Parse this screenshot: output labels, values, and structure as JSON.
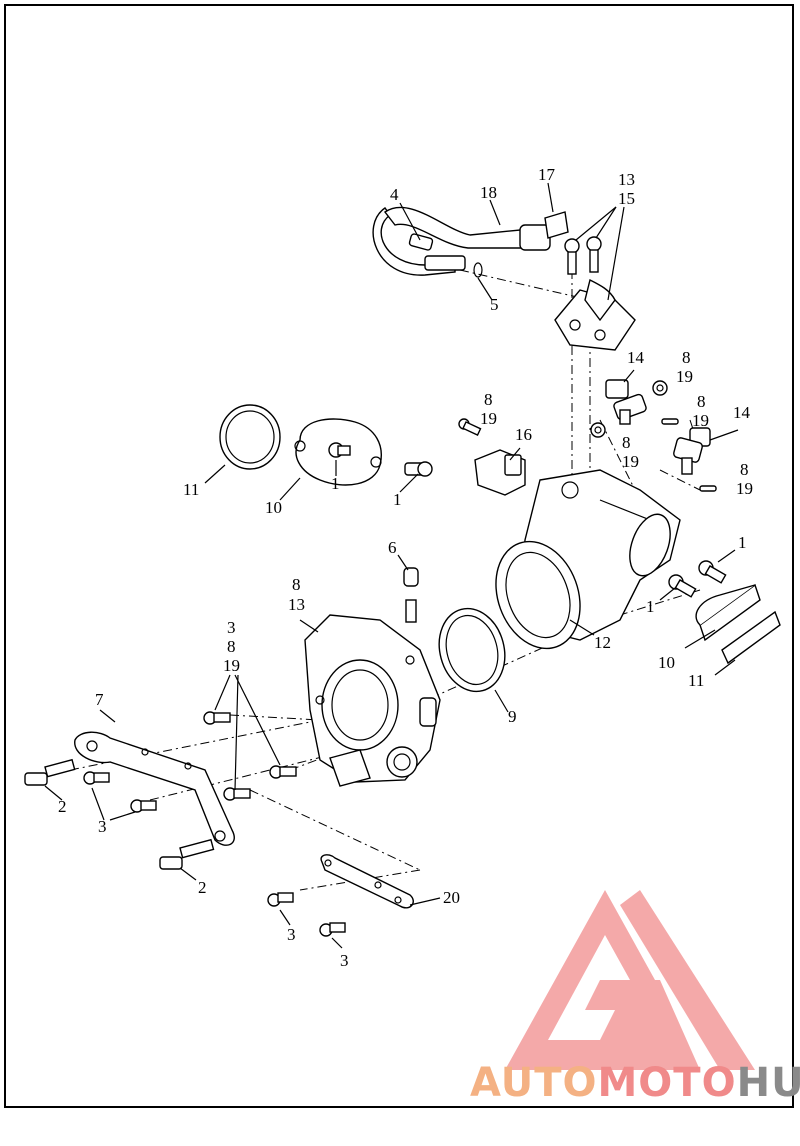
{
  "callouts": [
    {
      "id": "c17",
      "text": "17"
    },
    {
      "id": "c13",
      "text": "13"
    },
    {
      "id": "c15",
      "text": "15"
    },
    {
      "id": "c18",
      "text": "18"
    },
    {
      "id": "c4",
      "text": "4"
    },
    {
      "id": "c5",
      "text": "5"
    },
    {
      "id": "c14a",
      "text": "14"
    },
    {
      "id": "c8a",
      "text": "8"
    },
    {
      "id": "c19a",
      "text": "19"
    },
    {
      "id": "c8b",
      "text": "8"
    },
    {
      "id": "c19b",
      "text": "19"
    },
    {
      "id": "c14b",
      "text": "14"
    },
    {
      "id": "c8c",
      "text": "8"
    },
    {
      "id": "c19c",
      "text": "19"
    },
    {
      "id": "c8d",
      "text": "8"
    },
    {
      "id": "c19d",
      "text": "19"
    },
    {
      "id": "c8e",
      "text": "8"
    },
    {
      "id": "c19e",
      "text": "19"
    },
    {
      "id": "c16",
      "text": "16"
    },
    {
      "id": "c11a",
      "text": "11"
    },
    {
      "id": "c1a",
      "text": "1"
    },
    {
      "id": "c10a",
      "text": "10"
    },
    {
      "id": "c1b",
      "text": "1"
    },
    {
      "id": "c6",
      "text": "6"
    },
    {
      "id": "c8f",
      "text": "8"
    },
    {
      "id": "c13b",
      "text": "13"
    },
    {
      "id": "c3a",
      "text": "3"
    },
    {
      "id": "c8g",
      "text": "8"
    },
    {
      "id": "c19f",
      "text": "19"
    },
    {
      "id": "c7",
      "text": "7"
    },
    {
      "id": "c1c",
      "text": "1"
    },
    {
      "id": "c1d",
      "text": "1"
    },
    {
      "id": "c12",
      "text": "12"
    },
    {
      "id": "c10b",
      "text": "10"
    },
    {
      "id": "c11b",
      "text": "11"
    },
    {
      "id": "c9",
      "text": "9"
    },
    {
      "id": "c2a",
      "text": "2"
    },
    {
      "id": "c3b",
      "text": "3"
    },
    {
      "id": "c2b",
      "text": "2"
    },
    {
      "id": "c20",
      "text": "20"
    },
    {
      "id": "c3c",
      "text": "3"
    },
    {
      "id": "c3d",
      "text": "3"
    }
  ],
  "logo": {
    "part1": "AUTO",
    "part2": "MOTO",
    "part3": "HUB",
    "colors": {
      "auto": "#f4b183",
      "moto": "#f08a8a",
      "hub": "#8a8a8a",
      "mark": "#f4a5a5"
    }
  }
}
